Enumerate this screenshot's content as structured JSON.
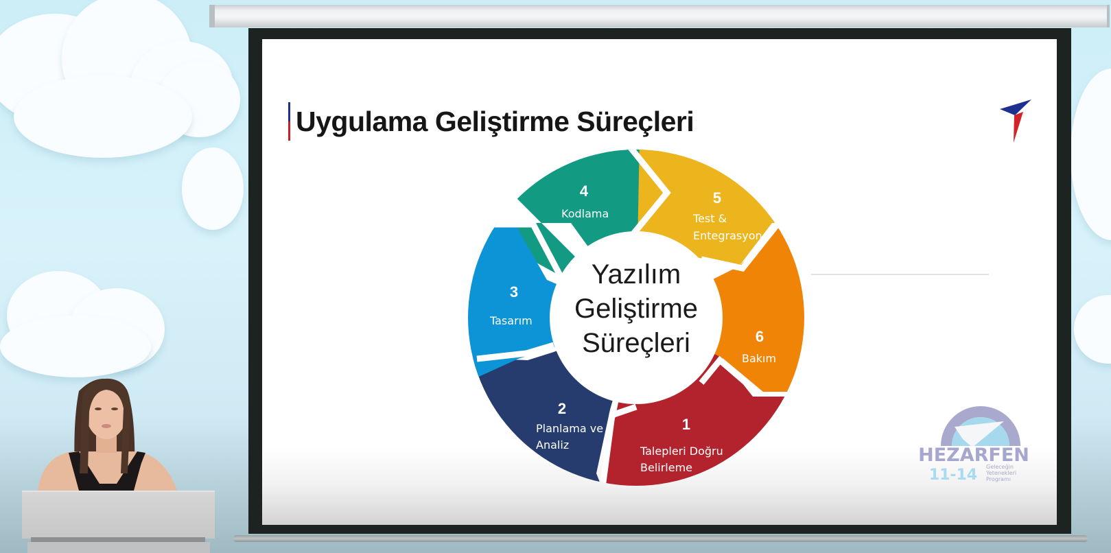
{
  "slide": {
    "title": "Uygulama Geliştirme Süreçleri",
    "title_accent_colors": [
      "#1e2f8c",
      "#c8202a"
    ],
    "center_text": [
      "Yazılım",
      "Geliştirme",
      "Süreçleri"
    ],
    "steps": [
      {
        "number": "1",
        "label_lines": [
          "Talepleri Doğru",
          "Belirleme"
        ],
        "color": "#b3232d"
      },
      {
        "number": "2",
        "label_lines": [
          "Planlama ve",
          "Analiz"
        ],
        "color": "#263c6e"
      },
      {
        "number": "3",
        "label_lines": [
          "Tasarım"
        ],
        "color": "#0d94d6"
      },
      {
        "number": "4",
        "label_lines": [
          "Kodlama"
        ],
        "color": "#129a83"
      },
      {
        "number": "5",
        "label_lines": [
          "Test &",
          "Entegrasyon"
        ],
        "color": "#ecb51e"
      },
      {
        "number": "6",
        "label_lines": [
          "Bakım"
        ],
        "color": "#ef8406"
      }
    ]
  },
  "hezarfen_logo": {
    "name": "HEZARFEN",
    "age_range": "11-14",
    "tagline": [
      "Geleceğin",
      "Yetenekleri",
      "Programı"
    ]
  },
  "icons": {
    "brand_logo": "paper-plane-arrow-icon"
  }
}
